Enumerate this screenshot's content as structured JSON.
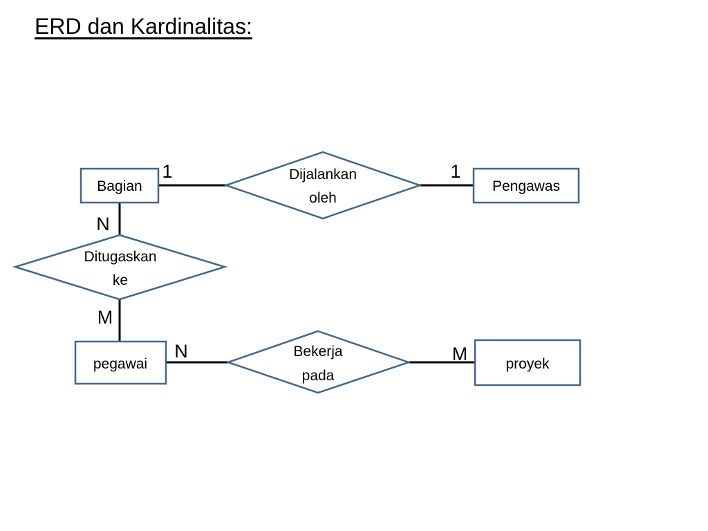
{
  "title": "ERD dan Kardinalitas:",
  "colors": {
    "shape_stroke": "#41658A",
    "line": "#000000",
    "fill": "#ffffff"
  },
  "entities": {
    "bagian": "Bagian",
    "pengawas": "Pengawas",
    "pegawai": "pegawai",
    "proyek": "proyek"
  },
  "relationships": {
    "dijalankan_oleh": [
      "Dijalankan",
      "oleh"
    ],
    "ditugaskan_ke": [
      "Ditugaskan",
      "ke"
    ],
    "bekerja_pada": [
      "Bekerja",
      "pada"
    ]
  },
  "cardinalities": {
    "bagian_dijalankan": "1",
    "pengawas_dijalankan": "1",
    "bagian_ditugaskan": "N",
    "pegawai_ditugaskan": "M",
    "pegawai_bekerja": "N",
    "proyek_bekerja": "M"
  }
}
